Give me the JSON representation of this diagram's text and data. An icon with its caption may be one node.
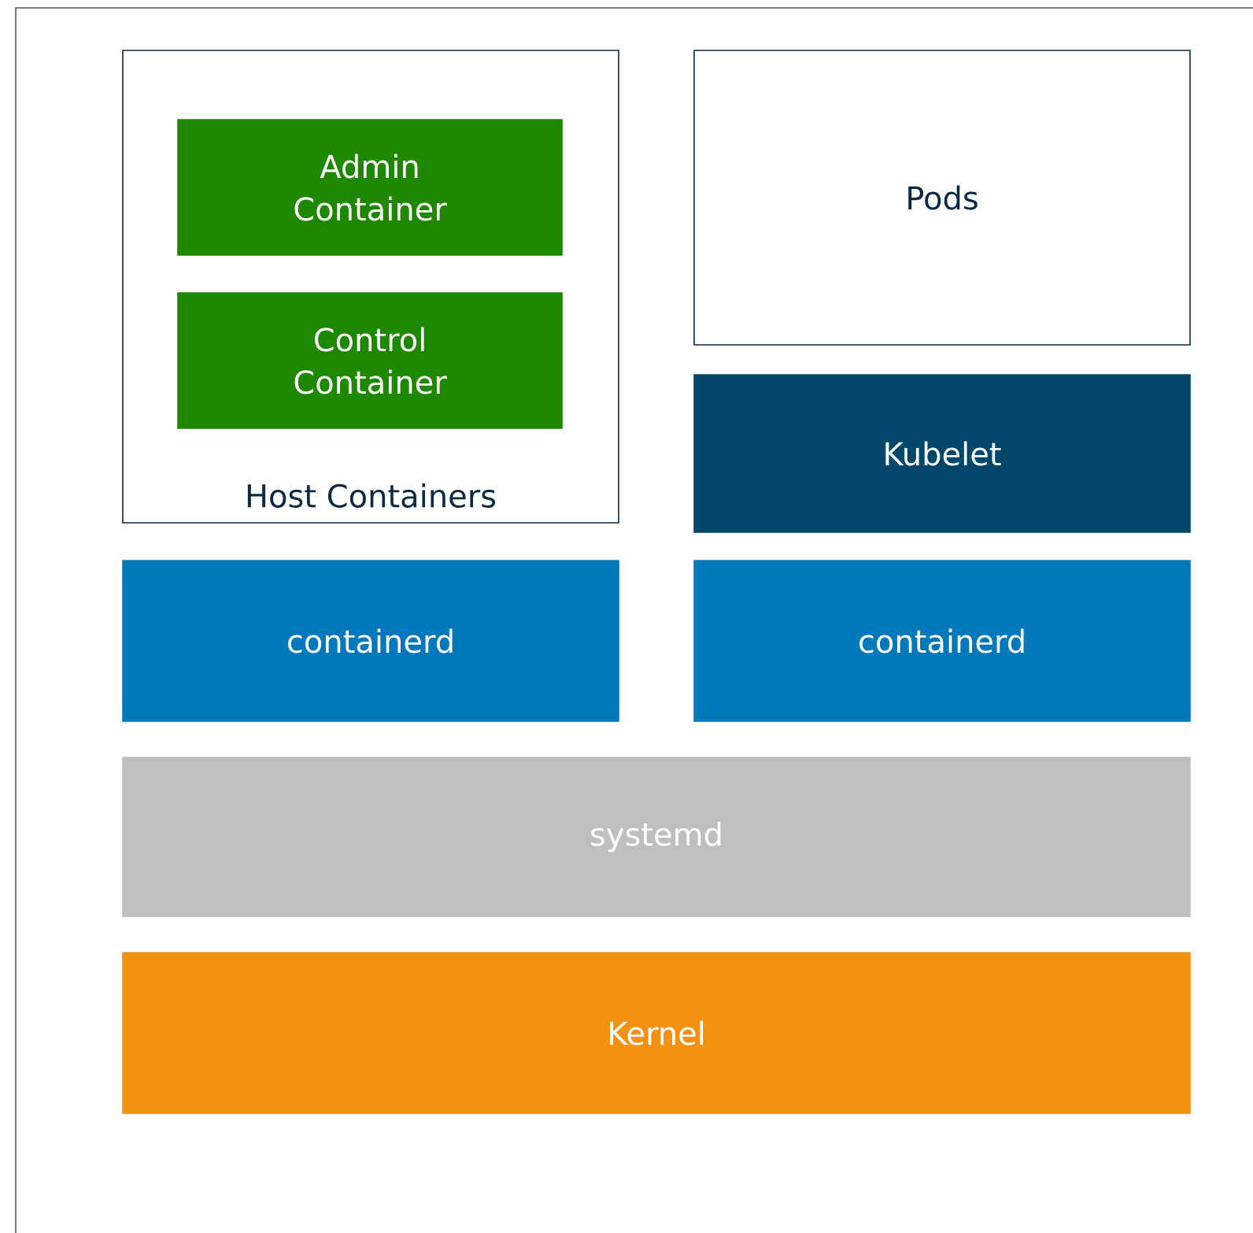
{
  "diagram": {
    "nodes": [
      {
        "text": [
          "Host Containers"
        ]
      },
      {
        "text": [
          "Admin Container"
        ],
        "in": 0
      },
      {
        "text": [
          "Control Container"
        ],
        "in": 0
      },
      {
        "text": [
          "Pods"
        ]
      },
      {
        "text": [
          "Kubelet"
        ]
      },
      {
        "text": [
          "containerd"
        ]
      },
      {
        "text": [
          "containerd"
        ]
      },
      {
        "text": [
          "systemd"
        ]
      },
      {
        "text": [
          "Kernel"
        ]
      }
    ]
  }
}
